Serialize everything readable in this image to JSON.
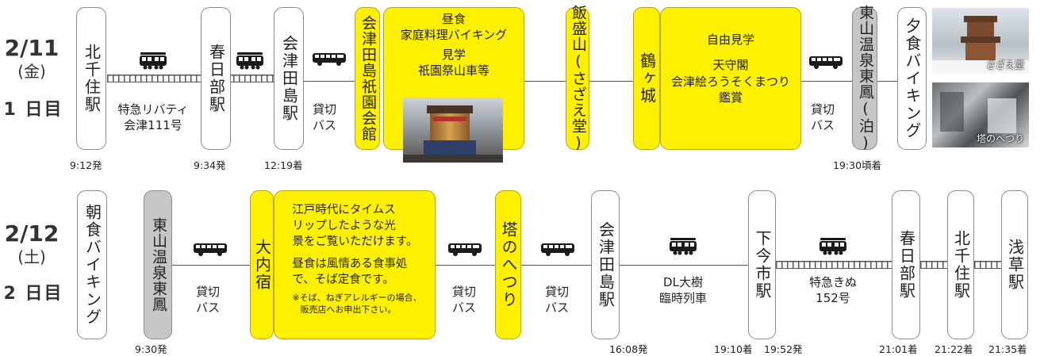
{
  "day1": {
    "date": "2/11",
    "weekday": "(金)",
    "day_label": "1 日目",
    "stops": {
      "kitasenju": "北千住駅",
      "kasukabe": "春日部駅",
      "aizutajima": "会津田島駅",
      "gion_hall": "会津田島祇園会館",
      "iimoriyama": "飯盛山(さざえ堂)",
      "tsurugajo": "鶴ヶ城",
      "hotel": "東山温泉東鳳(泊)",
      "dinner": "夕食バイキング"
    },
    "lunch_box": {
      "line1": "昼食",
      "line2": "家庭料理バイキング",
      "line3": "見学",
      "line4": "祇園祭山車等"
    },
    "castle_box": {
      "line1": "自由見学",
      "line2": "天守閣",
      "line3": "会津絵ろうそくまつり",
      "line4": "鑑賞"
    },
    "train1": {
      "line1": "特急リバティ",
      "line2": "会津111号"
    },
    "bus1": {
      "line1": "貸切",
      "line2": "バス"
    },
    "bus2": {
      "line1": "貸切",
      "line2": "バス"
    },
    "times": {
      "t1": "9:12発",
      "t2": "9:34発",
      "t3": "12:19着",
      "t4": "19:30頃着"
    },
    "photo1_caption": "さざえ堂",
    "photo2_caption": "塔のへつり"
  },
  "day2": {
    "date": "2/12",
    "weekday": "(土)",
    "day_label": "2 日目",
    "stops": {
      "breakfast": "朝食バイキング",
      "hotel": "東山温泉東鳳",
      "ouchijuku": "大内宿",
      "tonoheztsuri": "塔のへつり",
      "aizutajima": "会津田島駅",
      "shimoimaichi": "下今市駅",
      "kasukabe": "春日部駅",
      "kitasenju": "北千住駅",
      "asakusa": "浅草駅"
    },
    "ouchi_box": {
      "line1": "江戸時代にタイムス",
      "line2": "リップしたような光",
      "line3": "景をご覧いただけます。",
      "line4": "昼食は風情ある食事処",
      "line5": "で、そば定食です。",
      "note1": "※そば、ねぎアレルギーの場合、",
      "note2": "販売店へお申出下さい。"
    },
    "bus1": {
      "line1": "貸切",
      "line2": "バス"
    },
    "bus2": {
      "line1": "貸切",
      "line2": "バス"
    },
    "bus3": {
      "line1": "貸切",
      "line2": "バス"
    },
    "train1": {
      "line1": "DL大樹",
      "line2": "臨時列車"
    },
    "train2": {
      "line1": "特急きぬ",
      "line2": "152号"
    },
    "times": {
      "t1": "9:30発",
      "t2": "16:08発",
      "t3": "19:10着",
      "t4": "19:52発",
      "t5": "21:01着",
      "t6": "21:22着",
      "t7": "21:35着"
    }
  },
  "icons": [
    "train-icon",
    "bus-icon"
  ],
  "colors": {
    "highlight": "#fff000",
    "hotel": "#c6c6c6",
    "line": "#555555"
  }
}
